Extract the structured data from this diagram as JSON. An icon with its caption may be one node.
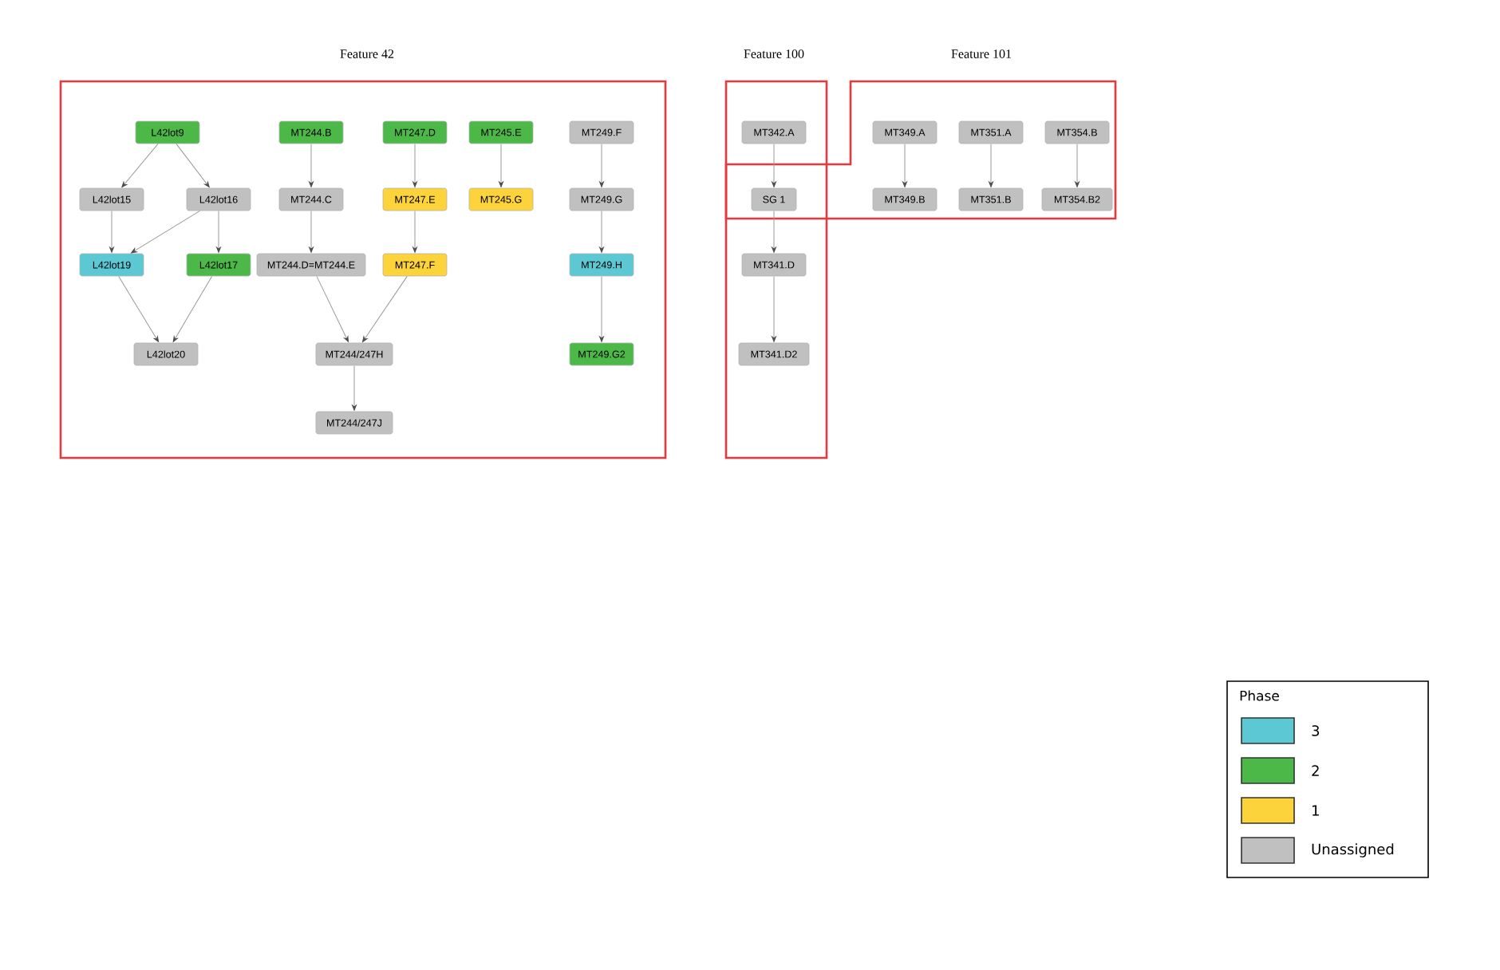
{
  "diagram": {
    "nodes": [
      {
        "text": [
          "Feature 42"
        ]
      },
      {
        "text": [
          "L42lot9"
        ],
        "in": 0
      },
      {
        "text": [
          "MT244.B"
        ],
        "in": 0
      },
      {
        "text": [
          "MT247.D"
        ],
        "in": 0
      },
      {
        "text": [
          "MT245.E"
        ],
        "in": 0
      },
      {
        "text": [
          "MT249.F"
        ],
        "in": 0
      },
      {
        "text": [
          "L42lot15"
        ],
        "in": 0
      },
      {
        "text": [
          "L42lot16"
        ],
        "in": 0
      },
      {
        "text": [
          "MT244.C"
        ],
        "in": 0
      },
      {
        "text": [
          "MT247.E"
        ],
        "in": 0
      },
      {
        "text": [
          "MT245.G"
        ],
        "in": 0
      },
      {
        "text": [
          "MT249.G"
        ],
        "in": 0
      },
      {
        "text": [
          "L42lot19"
        ],
        "in": 0
      },
      {
        "text": [
          "L42lot17"
        ],
        "in": 0
      },
      {
        "text": [
          "MT244.D=MT244.E"
        ],
        "in": 0
      },
      {
        "text": [
          "MT247.F"
        ],
        "in": 0
      },
      {
        "text": [
          "MT249.H"
        ],
        "in": 0
      },
      {
        "text": [
          "L42lot20"
        ],
        "in": 0
      },
      {
        "text": [
          "MT244/247H"
        ],
        "in": 0
      },
      {
        "text": [
          "MT249.G2"
        ],
        "in": 0
      },
      {
        "text": [
          "MT244/247J"
        ],
        "in": 0
      },
      {
        "text": [
          "Feature 100"
        ]
      },
      {
        "text": [
          "MT342.A"
        ],
        "in": 21
      },
      {
        "text": [
          "Feature 101"
        ]
      },
      {
        "text": [
          "SG 1"
        ]
      },
      {
        "text": [
          "MT349.A"
        ],
        "in": 23
      },
      {
        "text": [
          "MT351.A"
        ],
        "in": 23
      },
      {
        "text": [
          "MT354.B"
        ],
        "in": 23
      },
      {
        "text": [
          "MT349.B"
        ],
        "in": 23
      },
      {
        "text": [
          "MT351.B"
        ],
        "in": 23
      },
      {
        "text": [
          "MT354.B2"
        ],
        "in": 23
      },
      {
        "text": [
          "MT341.D"
        ],
        "in": 21
      },
      {
        "text": [
          "MT341.D2"
        ],
        "in": 21
      }
    ],
    "edges": [
      {
        "from": 1,
        "to": 6,
        "arrow": "to"
      },
      {
        "from": 1,
        "to": 7,
        "arrow": "to"
      },
      {
        "from": 6,
        "to": 12,
        "arrow": "to"
      },
      {
        "from": 7,
        "to": 12,
        "arrow": "to"
      },
      {
        "from": 7,
        "to": 13,
        "arrow": "to"
      },
      {
        "from": 12,
        "to": 17,
        "arrow": "to"
      },
      {
        "from": 13,
        "to": 17,
        "arrow": "to"
      },
      {
        "from": 2,
        "to": 8,
        "arrow": "to"
      },
      {
        "from": 8,
        "to": 14,
        "arrow": "to"
      },
      {
        "from": 14,
        "to": 18,
        "arrow": "to"
      },
      {
        "from": 15,
        "to": 18,
        "arrow": "to"
      },
      {
        "from": 18,
        "to": 20,
        "arrow": "to"
      },
      {
        "from": 3,
        "to": 9,
        "arrow": "to"
      },
      {
        "from": 9,
        "to": 15,
        "arrow": "to"
      },
      {
        "from": 4,
        "to": 10,
        "arrow": "to"
      },
      {
        "from": 5,
        "to": 11,
        "arrow": "to"
      },
      {
        "from": 11,
        "to": 16,
        "arrow": "to"
      },
      {
        "from": 16,
        "to": 19,
        "arrow": "to"
      },
      {
        "from": 22,
        "to": 24,
        "arrow": "to"
      },
      {
        "from": 24,
        "to": 31,
        "arrow": "to"
      },
      {
        "from": 31,
        "to": 32,
        "arrow": "to"
      },
      {
        "from": 25,
        "to": 28,
        "arrow": "to"
      },
      {
        "from": 26,
        "to": 29,
        "arrow": "to"
      },
      {
        "from": 27,
        "to": 30,
        "arrow": "to"
      }
    ],
    "labels": [
      "Phase"
    ],
    "legend": [
      {
        "text": "3",
        "color": "#5bc8d4"
      },
      {
        "text": "2",
        "color": "#4cb848"
      },
      {
        "text": "1",
        "color": "#fdd33c"
      },
      {
        "text": "Unassigned",
        "color": "#c0c0c0"
      }
    ]
  }
}
